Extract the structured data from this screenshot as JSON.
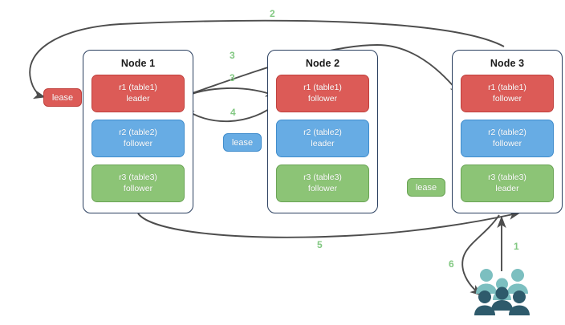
{
  "diagram": {
    "title": "raft-lease-replication-diagram",
    "colors": {
      "red": "#dc5b57",
      "blue": "#67ace4",
      "green": "#8cc476",
      "node_border": "#2a3f5f",
      "arrow": "#4d4d4d",
      "step_label": "#82c882",
      "users_light": "#7cbfc0",
      "users_dark": "#2e5a6b"
    }
  },
  "nodes": [
    {
      "id": "node-1",
      "title": "Node 1",
      "replicas": [
        {
          "name": "r1 (table1)",
          "role": "leader",
          "color": "red"
        },
        {
          "name": "r2 (table2)",
          "role": "follower",
          "color": "blue"
        },
        {
          "name": "r3 (table3)",
          "role": "follower",
          "color": "green"
        }
      ]
    },
    {
      "id": "node-2",
      "title": "Node 2",
      "replicas": [
        {
          "name": "r1 (table1)",
          "role": "follower",
          "color": "red"
        },
        {
          "name": "r2 (table2)",
          "role": "leader",
          "color": "blue"
        },
        {
          "name": "r3 (table3)",
          "role": "follower",
          "color": "green"
        }
      ]
    },
    {
      "id": "node-3",
      "title": "Node 3",
      "replicas": [
        {
          "name": "r1 (table1)",
          "role": "follower",
          "color": "red"
        },
        {
          "name": "r2 (table2)",
          "role": "follower",
          "color": "blue"
        },
        {
          "name": "r3 (table3)",
          "role": "leader",
          "color": "green"
        }
      ]
    }
  ],
  "leases": [
    {
      "id": "lease-red",
      "label": "lease",
      "color": "red"
    },
    {
      "id": "lease-blue",
      "label": "lease",
      "color": "blue"
    },
    {
      "id": "lease-green",
      "label": "lease",
      "color": "green"
    }
  ],
  "steps": [
    {
      "id": "step-1",
      "label": "1"
    },
    {
      "id": "step-2",
      "label": "2"
    },
    {
      "id": "step-3a",
      "label": "3"
    },
    {
      "id": "step-3b",
      "label": "3"
    },
    {
      "id": "step-4",
      "label": "4"
    },
    {
      "id": "step-5",
      "label": "5"
    },
    {
      "id": "step-6",
      "label": "6"
    }
  ],
  "actors": {
    "users_icon": "users-icon"
  }
}
